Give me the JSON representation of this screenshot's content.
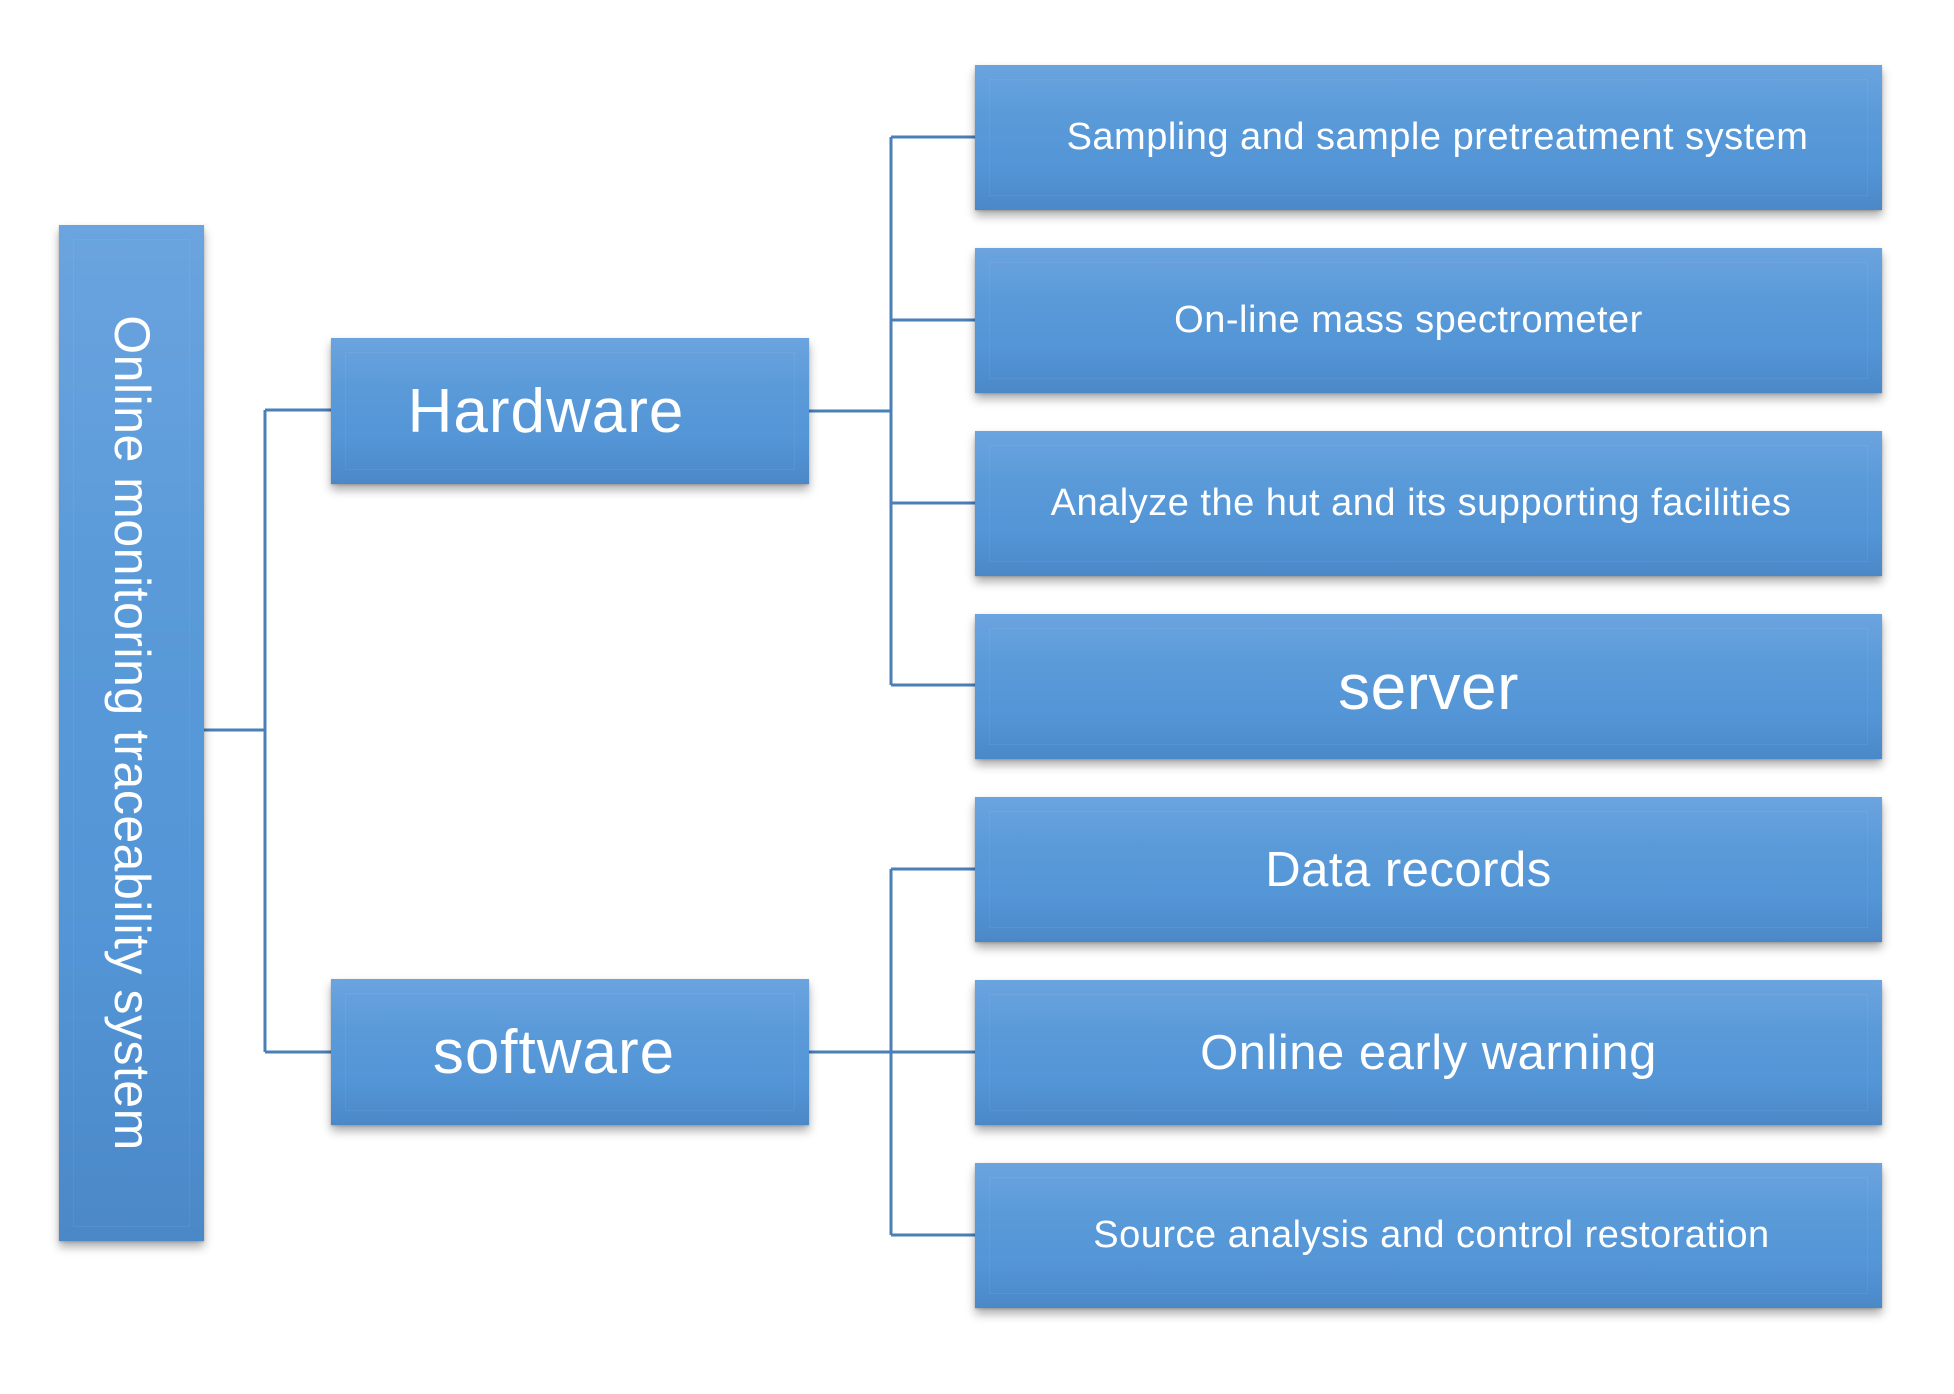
{
  "diagram": {
    "root": {
      "label": "Online monitoring traceability system"
    },
    "branches": [
      {
        "label": "Hardware"
      },
      {
        "label": "software"
      }
    ],
    "hardware_items": [
      {
        "label": "Sampling and sample pretreatment system"
      },
      {
        "label": "On-line mass spectrometer"
      },
      {
        "label": "Analyze the hut and its supporting facilities"
      },
      {
        "label": "server"
      }
    ],
    "software_items": [
      {
        "label": "Data records"
      },
      {
        "label": "Online early warning"
      },
      {
        "label": "Source analysis and control restoration"
      }
    ]
  },
  "colors": {
    "box_fill": "#5395d6",
    "connector": "#4a7fb8",
    "text": "#ffffff",
    "background": "#ffffff"
  }
}
